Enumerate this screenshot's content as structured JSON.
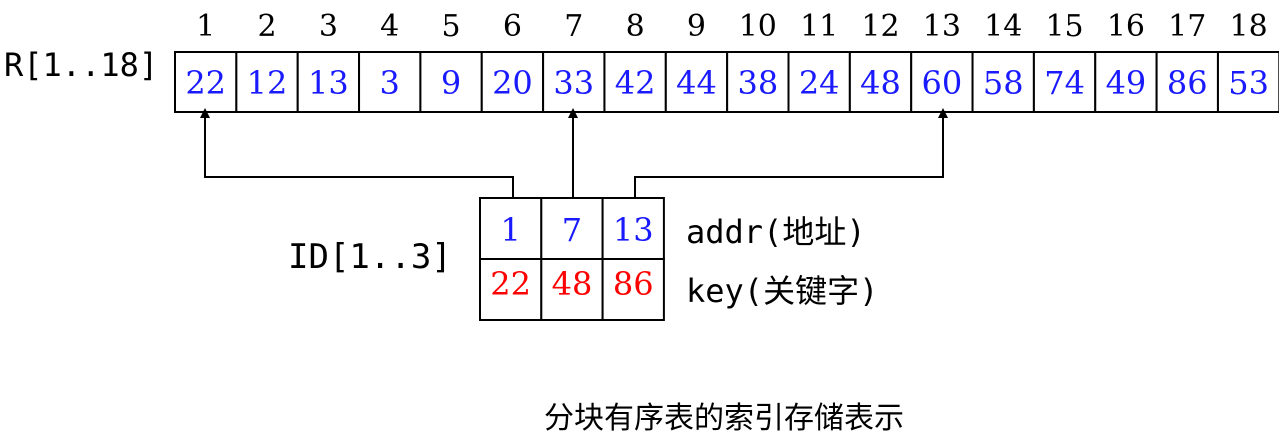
{
  "array_label": "R[1..18]",
  "indices": [
    "1",
    "2",
    "3",
    "4",
    "5",
    "6",
    "7",
    "8",
    "9",
    "10",
    "11",
    "12",
    "13",
    "14",
    "15",
    "16",
    "17",
    "18"
  ],
  "keys": [
    "22",
    "12",
    "13",
    "3",
    "9",
    "20",
    "33",
    "42",
    "44",
    "38",
    "24",
    "48",
    "60",
    "58",
    "74",
    "49",
    "86",
    "53"
  ],
  "index_table": {
    "label": "ID[1..3]",
    "addr": [
      "1",
      "7",
      "13"
    ],
    "key": [
      "22",
      "48",
      "86"
    ],
    "addr_row_label": "addr(地址)",
    "key_row_label": "key(关键字)"
  },
  "caption": "分块有序表的索引存储表示",
  "colors": {
    "addr": "#1a1aff",
    "key": "#ff0000",
    "element": "#1a1aff",
    "line": "#000000"
  }
}
